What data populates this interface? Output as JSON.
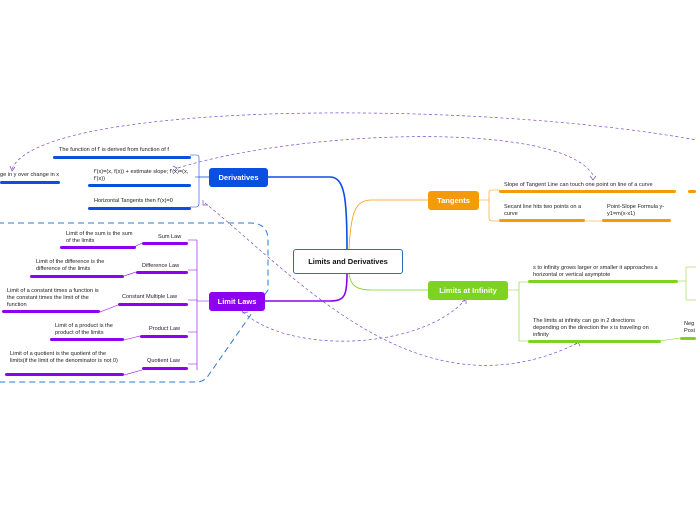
{
  "central": {
    "label": "Limits and Derivatives"
  },
  "branches": {
    "derivatives": {
      "label": "Derivatives",
      "color": "#0b4fe0"
    },
    "limit_laws": {
      "label": "Limit Laws",
      "color": "#8e00f0"
    },
    "tangents": {
      "label": "Tangents",
      "color": "#f59b0a"
    },
    "limits_at_infinity": {
      "label": "Limits at Infinity",
      "color": "#7ed321"
    }
  },
  "derivatives": {
    "f_prime_derived": "The function of f' is derived from function of f",
    "change_y_over_x": "ge in y over change in x",
    "estimate_slope": "f'(x)=(x, f(x)) + estimate slope; f'(x)=(x, f'(x))",
    "horizontal_tangents": "Horizontal Tangents then f'(x)=0"
  },
  "limit_laws": {
    "sum_law": "Sum Law",
    "sum_desc": "Limit of the sum is the sum of the limits",
    "difference_law": "Difference Law",
    "difference_desc": "Limit of the difference is the difference of the limits",
    "constant_multiple_law": "Constant Multiple Law",
    "constant_desc": "Limit of a constant times a function is the constant times the limit of the function",
    "product_law": "Product Law",
    "product_desc": "Limit of a product is the product of the limits",
    "quotient_law": "Quotient Law",
    "quotient_desc": "Limit of a quotient is the quotient of the limits(if the limit of the denominator is not 0)"
  },
  "tangents": {
    "slope_touch": "Slope of Tangent Line can touch one point on line of a curve",
    "secant": "Secant line hits two points on a curve",
    "point_slope": "Point-Slope Formula y-y1=m(x-x1)"
  },
  "limits_at_infinity": {
    "asymptote": "s to infinity grows larger or smaller it approaches a horizontal or vertical asymptote",
    "two_directions": "The limits at infinity can go in 2 directions depending on the direction the x is traveling on infinity",
    "neg_pos": "Neg\nPosi"
  }
}
